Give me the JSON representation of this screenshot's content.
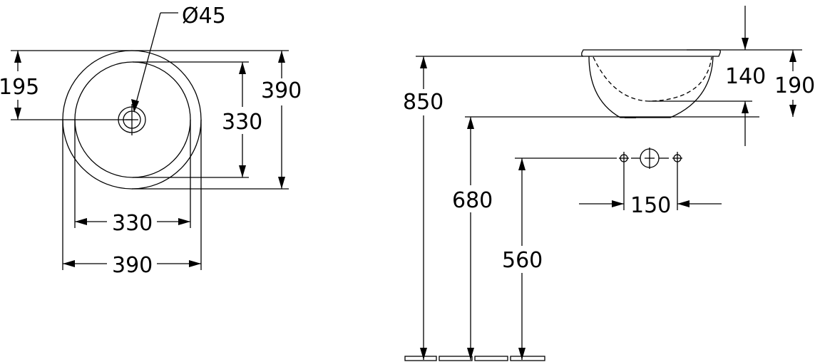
{
  "plan_view": {
    "drain_diameter": "Ø45",
    "offset_195": "195",
    "outer_height_390": "390",
    "inner_height_330": "330",
    "inner_width_330": "330",
    "outer_width_390": "390"
  },
  "side_view": {
    "height_850": "850",
    "height_680": "680",
    "height_560": "560",
    "depth_140": "140",
    "total_190": "190",
    "tap_spacing_150": "150"
  }
}
